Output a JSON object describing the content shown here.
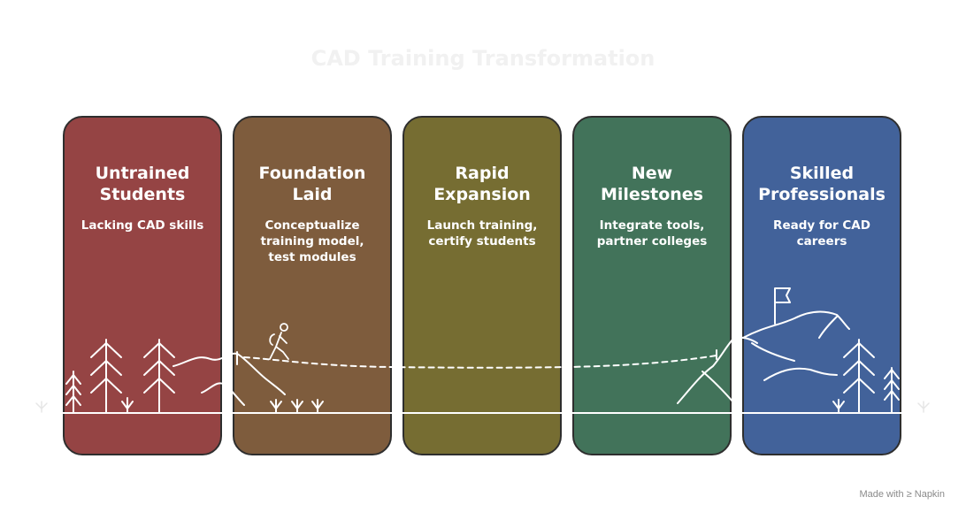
{
  "title": "CAD Training Transformation",
  "stages": [
    {
      "heading": "Untrained\nStudents",
      "description": "Lacking CAD skills",
      "color": "#954444"
    },
    {
      "heading": "Foundation\nLaid",
      "description": "Conceptualize training model, test modules",
      "color": "#7e5c3d"
    },
    {
      "heading": "Rapid\nExpansion",
      "description": "Launch training, certify students",
      "color": "#766d32"
    },
    {
      "heading": "New\nMilestones",
      "description": "Integrate tools, partner colleges",
      "color": "#42735a"
    },
    {
      "heading": "Skilled\nProfessionals",
      "description": "Ready for CAD careers",
      "color": "#42629a"
    }
  ],
  "footer": "Made with ≥ Napkin"
}
